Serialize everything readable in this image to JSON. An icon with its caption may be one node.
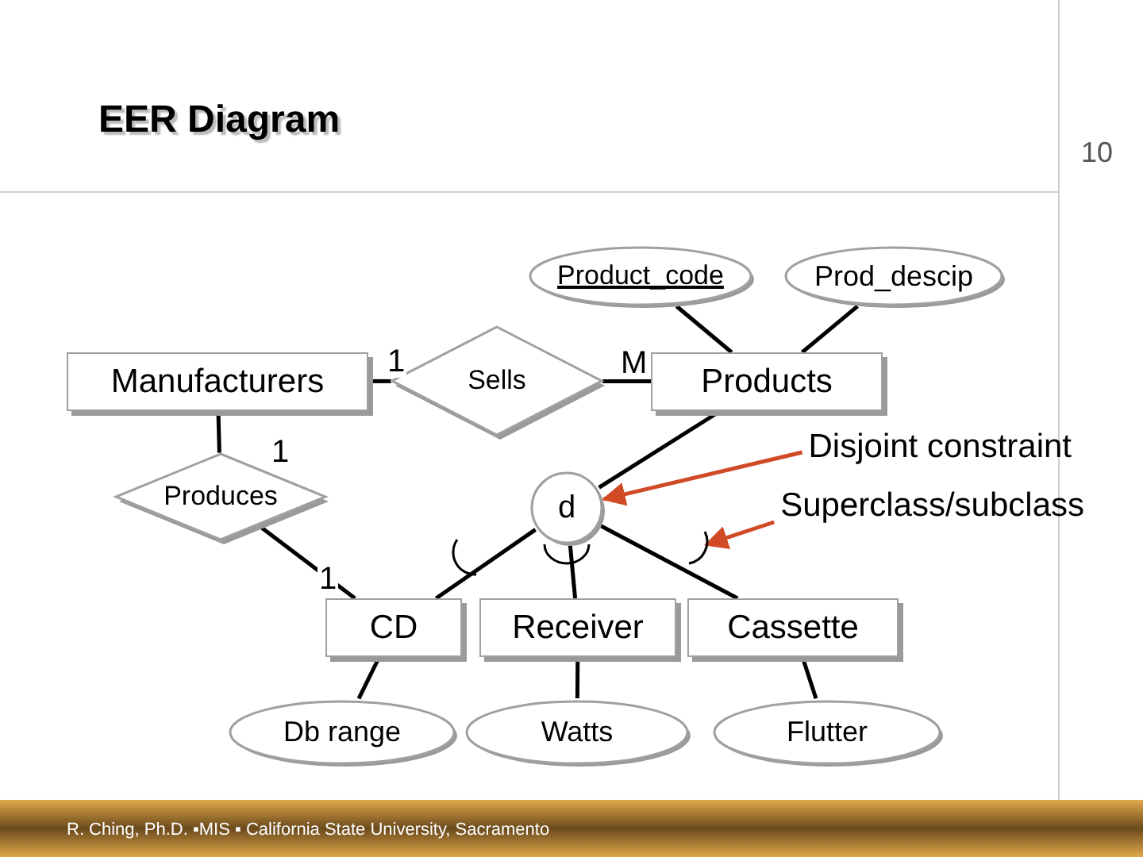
{
  "diagram": {
    "title": "EER Diagram",
    "nodes": [
      {
        "text": [
          "Manufacturers"
        ]
      },
      {
        "text": [
          "Sells"
        ]
      },
      {
        "text": [
          "Products"
        ]
      },
      {
        "text": [
          "Product_code"
        ]
      },
      {
        "text": [
          "Prod_descip"
        ]
      },
      {
        "text": [
          "Produces"
        ]
      },
      {
        "text": [
          "d"
        ]
      },
      {
        "text": [
          "CD"
        ]
      },
      {
        "text": [
          "Receiver"
        ]
      },
      {
        "text": [
          "Cassette"
        ]
      },
      {
        "text": [
          "Db range"
        ]
      },
      {
        "text": [
          "Watts"
        ]
      },
      {
        "text": [
          "Flutter"
        ]
      },
      {
        "text": [
          "Disjoint constraint"
        ]
      },
      {
        "text": [
          "Superclass/subclass"
        ]
      },
      {
        "text": [],
        "shape": "arc"
      }
    ],
    "edges": [
      {
        "from": 0,
        "to": 1,
        "arrow": "none",
        "label": "1"
      },
      {
        "from": 1,
        "to": 2,
        "arrow": "none",
        "label": "M"
      },
      {
        "from": 3,
        "to": 2,
        "arrow": "none"
      },
      {
        "from": 4,
        "to": 2,
        "arrow": "none"
      },
      {
        "from": 0,
        "to": 5,
        "arrow": "none",
        "label": "1"
      },
      {
        "from": 5,
        "to": 7,
        "arrow": "none",
        "label": "1"
      },
      {
        "from": 2,
        "to": 6,
        "arrow": "none"
      },
      {
        "from": 6,
        "to": 7,
        "arrow": "none"
      },
      {
        "from": 6,
        "to": 8,
        "arrow": "none"
      },
      {
        "from": 6,
        "to": 9,
        "arrow": "none"
      },
      {
        "from": 7,
        "to": 10,
        "arrow": "none"
      },
      {
        "from": 8,
        "to": 11,
        "arrow": "none"
      },
      {
        "from": 9,
        "to": 12,
        "arrow": "none"
      },
      {
        "from": 13,
        "to": 6,
        "arrow": "to",
        "color": "#d04a26"
      },
      {
        "from": 14,
        "to": 15,
        "arrow": "to",
        "color": "#d04a26"
      }
    ],
    "labels": [
      "10",
      "R. Ching, Ph.D. ▪MIS ▪ California State University, Sacramento"
    ]
  }
}
